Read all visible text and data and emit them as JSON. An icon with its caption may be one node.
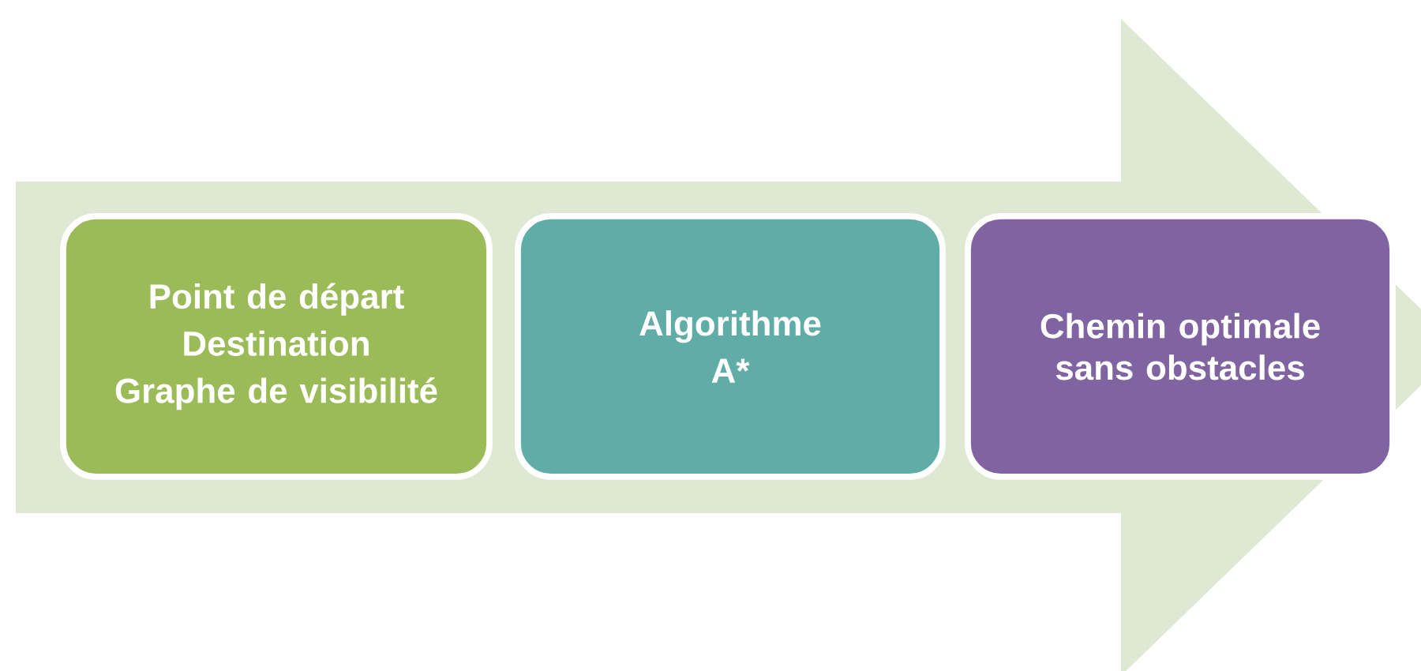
{
  "diagram": {
    "nodes": [
      {
        "text": [
          "Point de départ",
          "Destination",
          "Graphe de visibilité"
        ]
      },
      {
        "text": [
          "Algorithme",
          "A*"
        ]
      },
      {
        "text": [
          "Chemin optimale sans obstacles"
        ]
      }
    ]
  }
}
